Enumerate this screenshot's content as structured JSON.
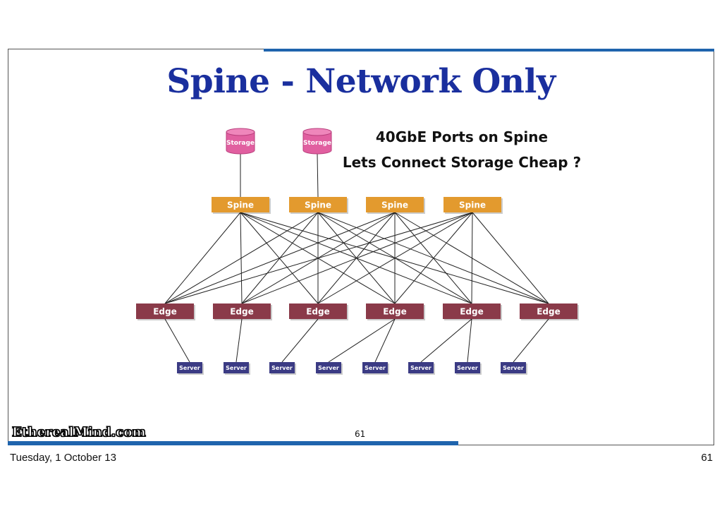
{
  "slide": {
    "title": "Spine - Network Only",
    "callout_line1": "40GbE Ports on Spine",
    "callout_line2": "Lets Connect Storage Cheap ?",
    "slide_number": "61",
    "logo_text": "EtherealMind.com"
  },
  "footer": {
    "date": "Tuesday, 1 October 13",
    "page": "61"
  },
  "colors": {
    "accent": "#1f64ad",
    "title": "#1a2f9e",
    "storage": "#e15fa0",
    "spine": "#e39a2e",
    "edge": "#8a3a49",
    "server": "#3b3b84"
  },
  "diagram": {
    "storage": [
      {
        "label": "Storage",
        "connects_to_spine": 0
      },
      {
        "label": "Storage",
        "connects_to_spine": 1
      }
    ],
    "spines": [
      "Spine",
      "Spine",
      "Spine",
      "Spine"
    ],
    "edges": [
      "Edge",
      "Edge",
      "Edge",
      "Edge",
      "Edge",
      "Edge"
    ],
    "servers": [
      {
        "label": "Server",
        "edge": 0
      },
      {
        "label": "Server",
        "edge": 1
      },
      {
        "label": "Server",
        "edge": 2
      },
      {
        "label": "Server",
        "edge": 3
      },
      {
        "label": "Server",
        "edge": 3
      },
      {
        "label": "Server",
        "edge": 4
      },
      {
        "label": "Server",
        "edge": 4
      },
      {
        "label": "Server",
        "edge": 5
      }
    ],
    "full_mesh_spine_to_edge": true
  }
}
